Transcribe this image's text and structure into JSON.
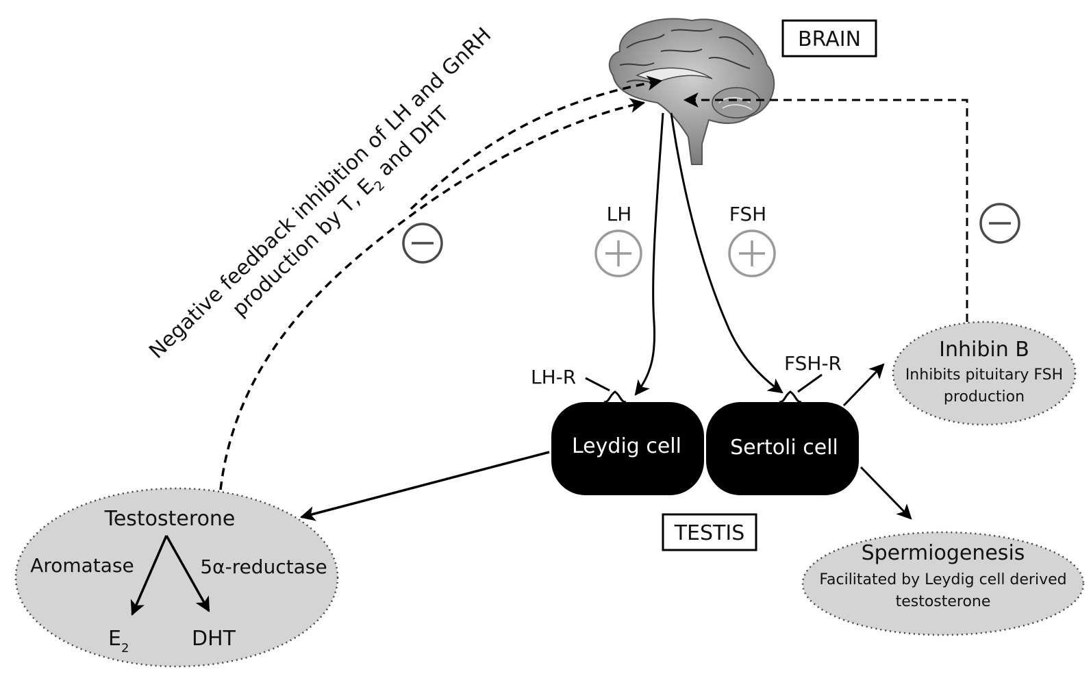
{
  "brain": {
    "label": "BRAIN",
    "illustration": "brain-sagittal-section-icon"
  },
  "testis": {
    "label": "TESTIS"
  },
  "hormones": {
    "lh": "LH",
    "fsh": "FSH",
    "lh_sign": "+",
    "fsh_sign": "+"
  },
  "receptors": {
    "lh_r": "LH-R",
    "fsh_r": "FSH-R"
  },
  "cells": {
    "leydig": "Leydig cell",
    "sertoli": "Sertoli cell"
  },
  "inhibin": {
    "title": "Inhibin B",
    "desc_line1": "Inhibits pituitary FSH",
    "desc_line2": "production",
    "sign": "−"
  },
  "spermiogenesis": {
    "title": "Spermiogenesis",
    "desc_line1": "Facilitated by Leydig cell derived",
    "desc_line2": "testosterone"
  },
  "testosterone": {
    "title": "Testosterone",
    "aromatase": "Aromatase",
    "reductase": "5α-reductase",
    "e2": "E",
    "e2_sub": "2",
    "dht": "DHT"
  },
  "feedback": {
    "line1": "Negative feedback inhibition of LH and GnRH",
    "line2_pre": "production by T, E",
    "line2_sub": "2",
    "line2_post": " and DHT",
    "sign": "−"
  },
  "colors": {
    "cell_fill": "#000000",
    "bubble_fill": "#d4d4d4",
    "plus_circle": "#9a9a9a",
    "minus_circle": "#4a4a4a"
  }
}
